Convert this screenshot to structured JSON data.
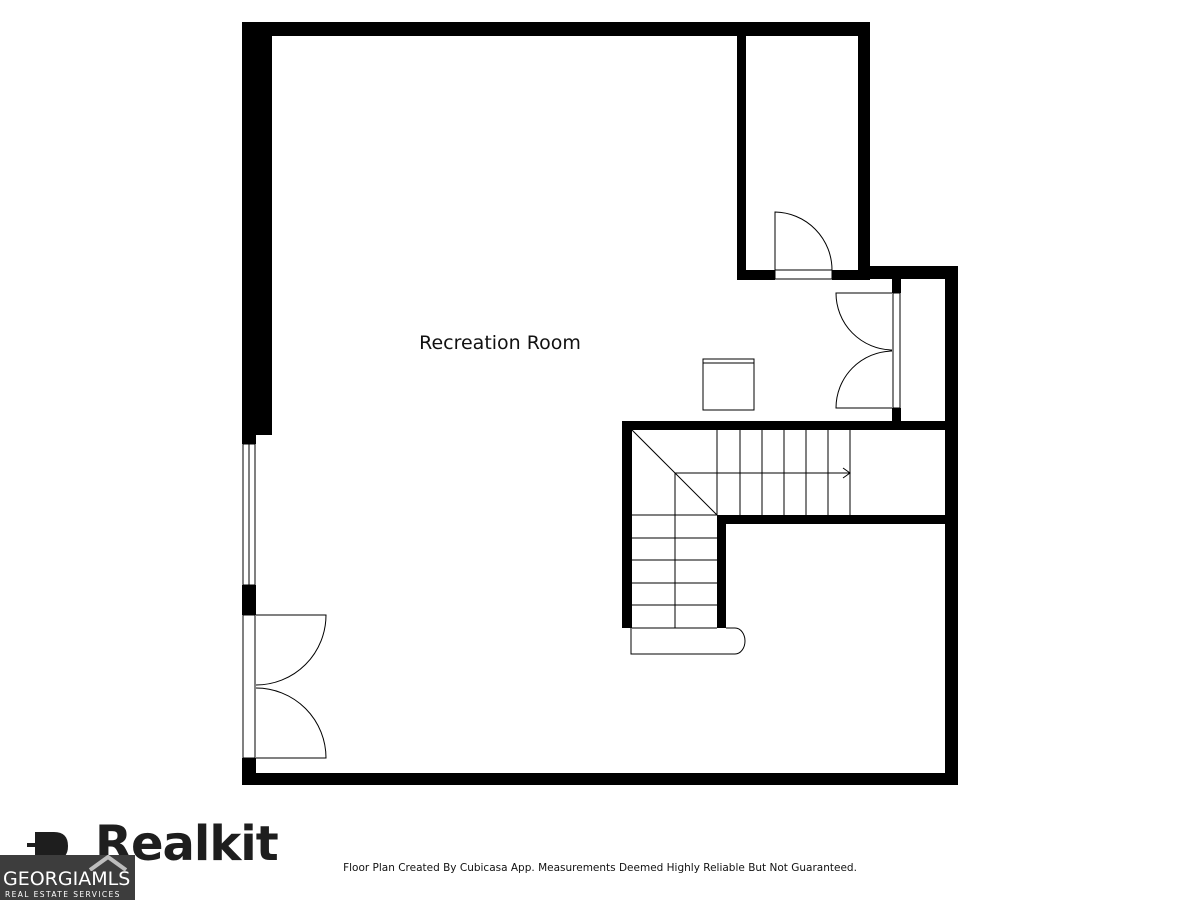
{
  "floor_plan": {
    "room_label": "Recreation Room",
    "colors": {
      "wall": "#000000",
      "background": "#ffffff"
    }
  },
  "footer": {
    "disclaimer": "Floor Plan Created By Cubicasa App. Measurements Deemed Highly Reliable But Not Guaranteed.",
    "realkit_logo": "Realkit",
    "gmls_logo_main": "GEORGIAMLS",
    "gmls_logo_sub": "REAL ESTATE SERVICES"
  }
}
